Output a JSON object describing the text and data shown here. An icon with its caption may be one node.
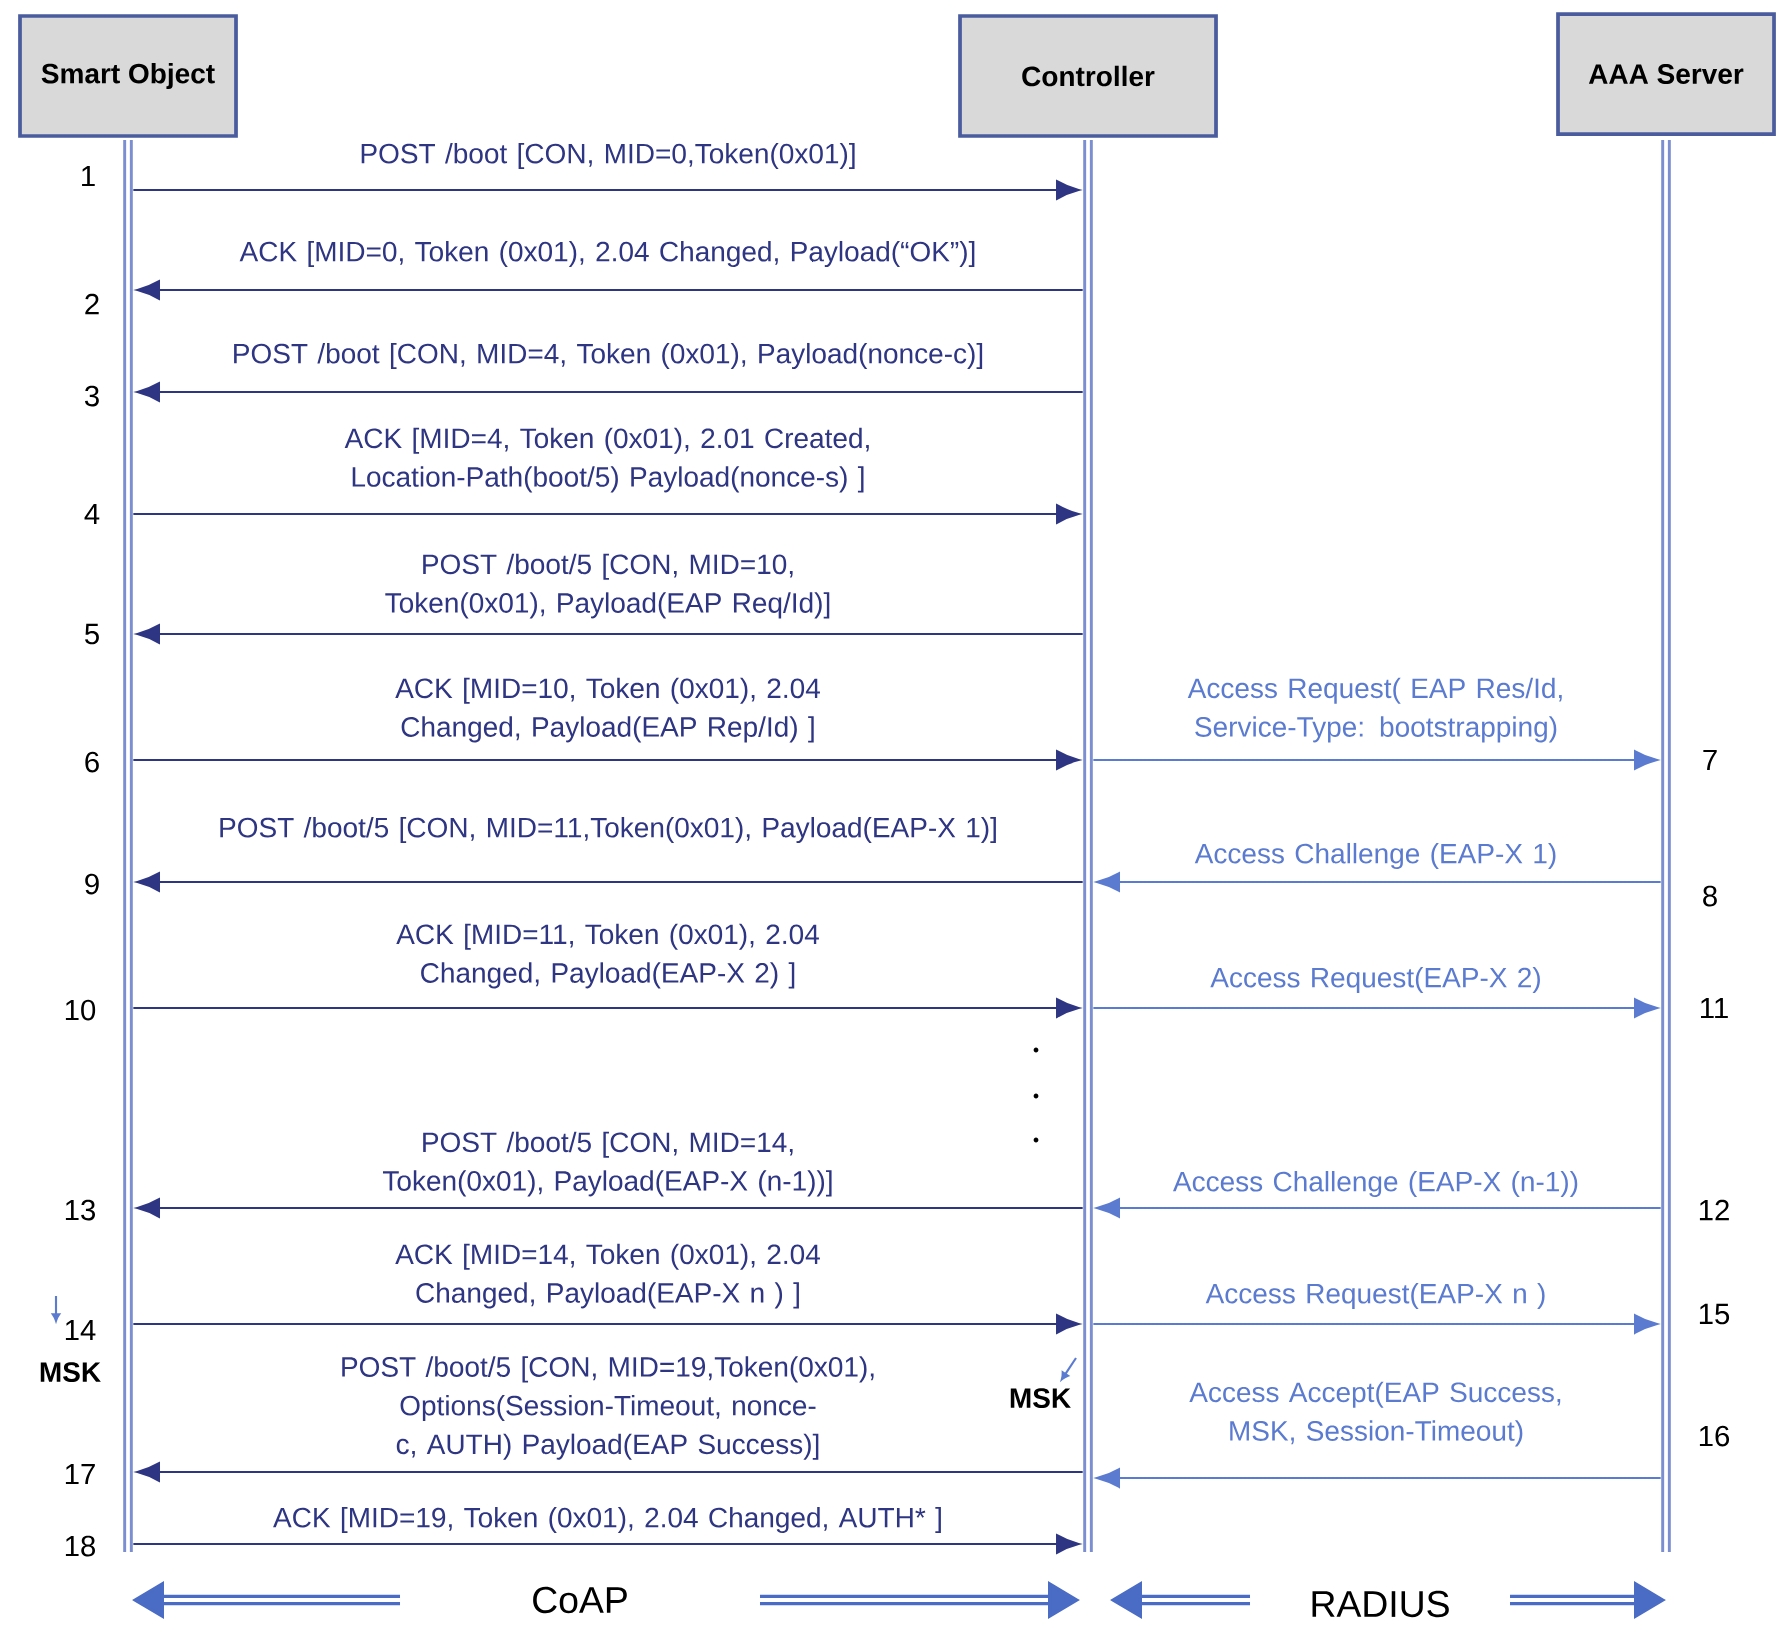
{
  "diagram": {
    "nodes": [
      {
        "text": [
          "Smart Object"
        ]
      },
      {
        "text": [
          "Controller"
        ]
      },
      {
        "text": [
          "AAA Server"
        ]
      },
      {
        "text": [],
        "shape": "bar"
      },
      {
        "text": [],
        "shape": "bar"
      },
      {
        "text": [],
        "shape": "bar"
      }
    ],
    "edges": [
      {
        "from": 3,
        "to": 4,
        "arrow": "to",
        "label": "POST /boot [CON, MID=0,Token(0x01)]"
      },
      {
        "from": 4,
        "to": 3,
        "arrow": "to",
        "label": "ACK [MID=0, Token (0x01), 2.04 Changed, Payload(“OK”)]"
      },
      {
        "from": 4,
        "to": 3,
        "arrow": "to",
        "label": "POST /boot [CON, MID=4, Token (0x01), Payload(nonce-c)]"
      },
      {
        "from": 3,
        "to": 4,
        "arrow": "to",
        "label": "ACK [MID=4, Token (0x01), 2.01 Created, Location-Path(boot/5) Payload(nonce-s) ]"
      },
      {
        "from": 4,
        "to": 3,
        "arrow": "to",
        "label": "POST /boot/5 [CON, MID=10, Token(0x01), Payload(EAP Req/Id)]"
      },
      {
        "from": 3,
        "to": 4,
        "arrow": "to",
        "label": "ACK [MID=10, Token (0x01), 2.04 Changed, Payload(EAP Rep/Id) ]"
      },
      {
        "from": 4,
        "to": 5,
        "arrow": "to",
        "label": "Access Request( EAP Res/Id, Service-Type: bootstrapping)",
        "color": "#5b7bd0"
      },
      {
        "from": 5,
        "to": 4,
        "arrow": "to",
        "label": "Access Challenge (EAP-X 1)",
        "color": "#5b7bd0"
      },
      {
        "from": 4,
        "to": 3,
        "arrow": "to",
        "label": "POST /boot/5 [CON, MID=11,Token(0x01), Payload(EAP-X 1)]"
      },
      {
        "from": 3,
        "to": 4,
        "arrow": "to",
        "label": "ACK [MID=11, Token (0x01), 2.04 Changed, Payload(EAP-X 2) ]"
      },
      {
        "from": 4,
        "to": 5,
        "arrow": "to",
        "label": "Access Request(EAP-X 2)",
        "color": "#5b7bd0"
      },
      {
        "from": 5,
        "to": 4,
        "arrow": "to",
        "label": "Access Challenge (EAP-X (n-1))",
        "color": "#5b7bd0"
      },
      {
        "from": 4,
        "to": 3,
        "arrow": "to",
        "label": "POST /boot/5 [CON, MID=14, Token(0x01), Payload(EAP-X (n-1))]"
      },
      {
        "from": 3,
        "to": 4,
        "arrow": "to",
        "label": "ACK [MID=14, Token (0x01), 2.04 Changed, Payload(EAP-X n ) ]"
      },
      {
        "from": 4,
        "to": 5,
        "arrow": "to",
        "label": "Access Request(EAP-X n )",
        "color": "#5b7bd0"
      },
      {
        "from": 5,
        "to": 4,
        "arrow": "to",
        "label": "Access Accept(EAP Success, MSK, Session-Timeout)",
        "color": "#5b7bd0"
      },
      {
        "from": 4,
        "to": 3,
        "arrow": "to",
        "label": "POST /boot/5 [CON, MID=19,Token(0x01), Options(Session-Timeout, nonce-c, AUTH) Payload(EAP Success)]"
      },
      {
        "from": 3,
        "to": 4,
        "arrow": "to",
        "label": "ACK [MID=19, Token (0x01), 2.04 Changed, AUTH* ]"
      }
    ],
    "labels": [
      "1",
      "2",
      "3",
      "4",
      "5",
      "6",
      "7",
      "9",
      "8",
      "10",
      "11",
      "13",
      "12",
      "14",
      "15",
      "MSK",
      "MSK",
      "16",
      "17",
      "18",
      "CoAP",
      "RADIUS"
    ]
  }
}
